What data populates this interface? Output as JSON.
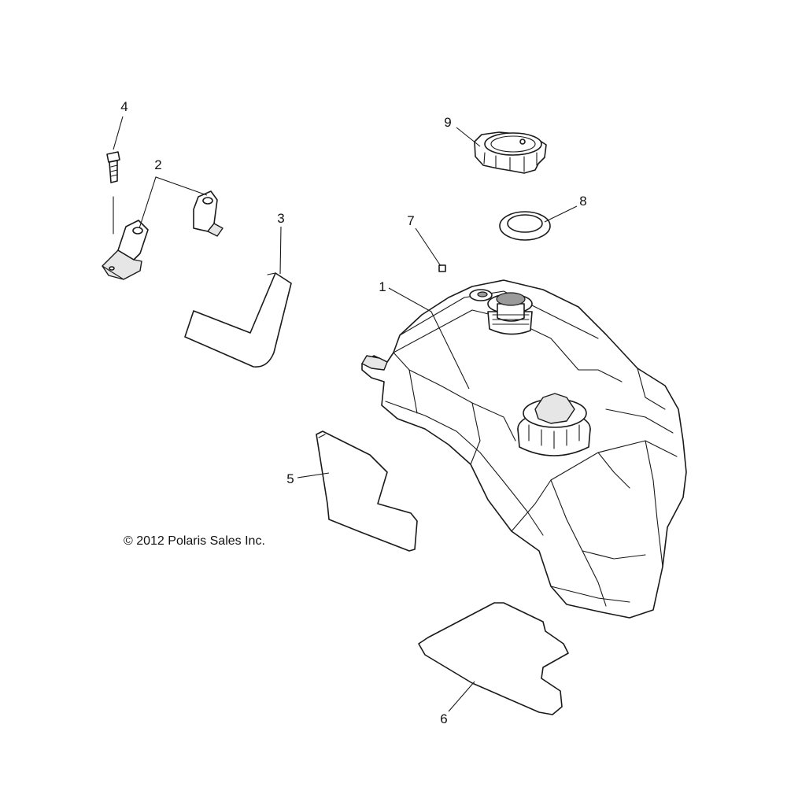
{
  "callouts": {
    "c1": "1",
    "c2": "2",
    "c3": "3",
    "c4": "4",
    "c5": "5",
    "c6": "6",
    "c7": "7",
    "c8": "8",
    "c9": "9"
  },
  "copyright": "© 2012 Polaris Sales Inc."
}
